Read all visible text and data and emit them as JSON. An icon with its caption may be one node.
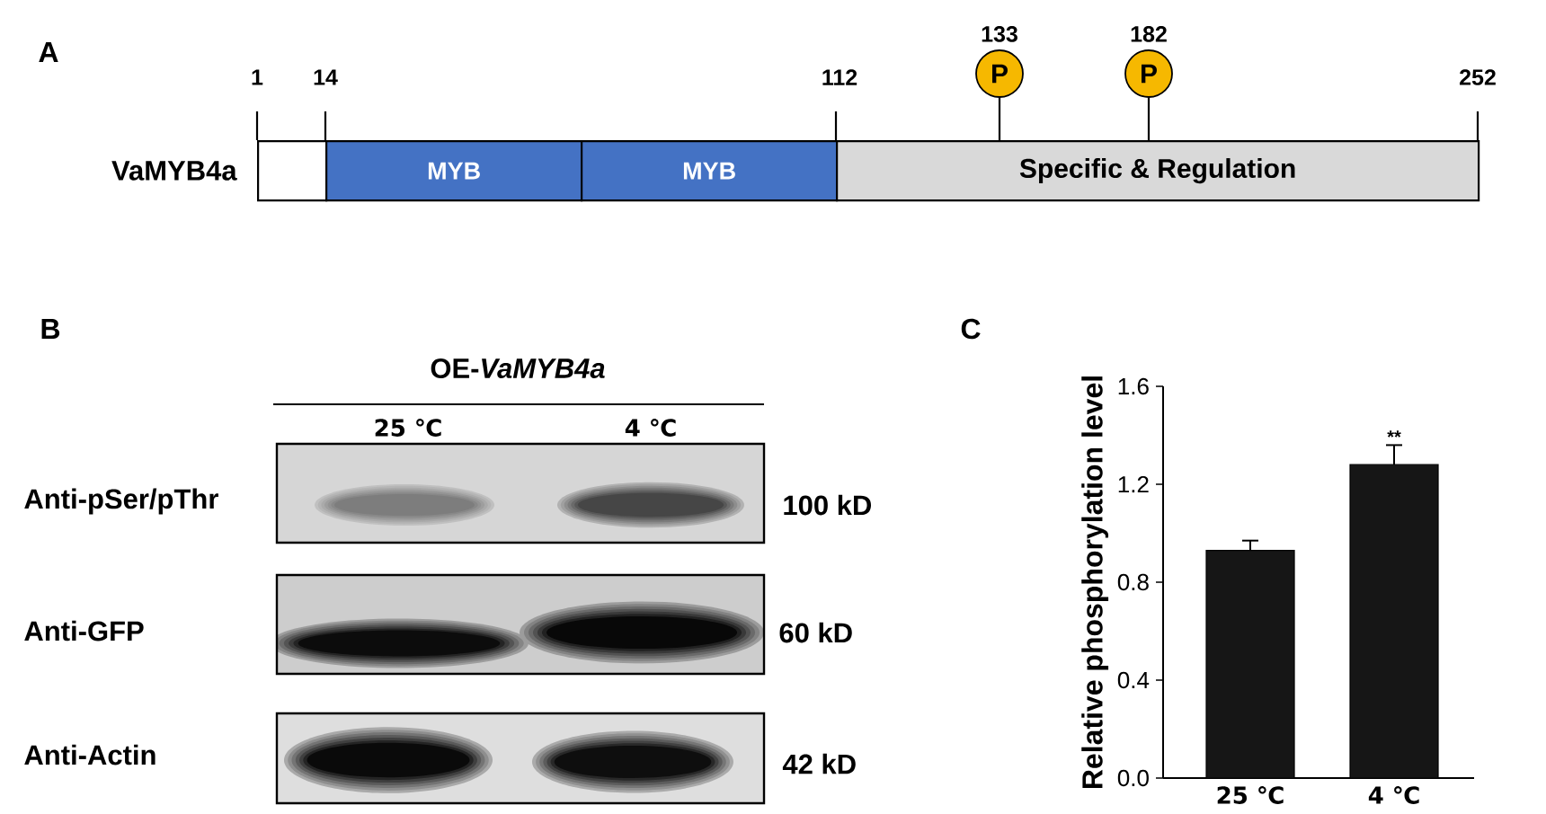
{
  "diagram": {
    "nodes": [
      {
        "text": [],
        "shape": "box",
        "beside": [
          "1",
          "14"
        ]
      },
      {
        "text": [
          "MYB"
        ]
      },
      {
        "text": [
          "MYB"
        ]
      },
      {
        "text": [
          "Specific & Regulation"
        ],
        "beside": [
          "112",
          "252"
        ]
      },
      {
        "text": [
          "P"
        ],
        "beside": [
          "133"
        ]
      },
      {
        "text": [
          "P"
        ],
        "beside": [
          "182"
        ]
      }
    ],
    "edges": [
      {
        "from": 4,
        "to": 3,
        "arrow": "none"
      },
      {
        "from": 5,
        "to": 3,
        "arrow": "none"
      }
    ],
    "labels": [
      "A",
      "VaMYB4a",
      "B",
      "OE-*VaMYB4a*",
      "25 ℃",
      "4 ℃",
      "Anti-pSer/pThr",
      "100 kD",
      "Anti-GFP",
      "60 kD",
      "Anti-Actin",
      "42 kD",
      "C"
    ],
    "chart_data": {
      "type": "bar",
      "ylabel": "Relative phosphorylation level",
      "categories": [
        "25 ℃",
        "4 ℃"
      ],
      "series": [
        {
          "color": "#161616",
          "values": [
            0.93,
            1.28
          ],
          "errors": [
            0.04,
            0.08
          ]
        }
      ],
      "ylim": [
        0,
        1.6
      ],
      "yticks": [
        {
          "value": 0,
          "label": "0.0"
        },
        0.4,
        0.8,
        1.2,
        1.6
      ],
      "annotations": [
        {
          "x": "4 ℃",
          "y": 1.36,
          "text": "**"
        }
      ]
    }
  }
}
